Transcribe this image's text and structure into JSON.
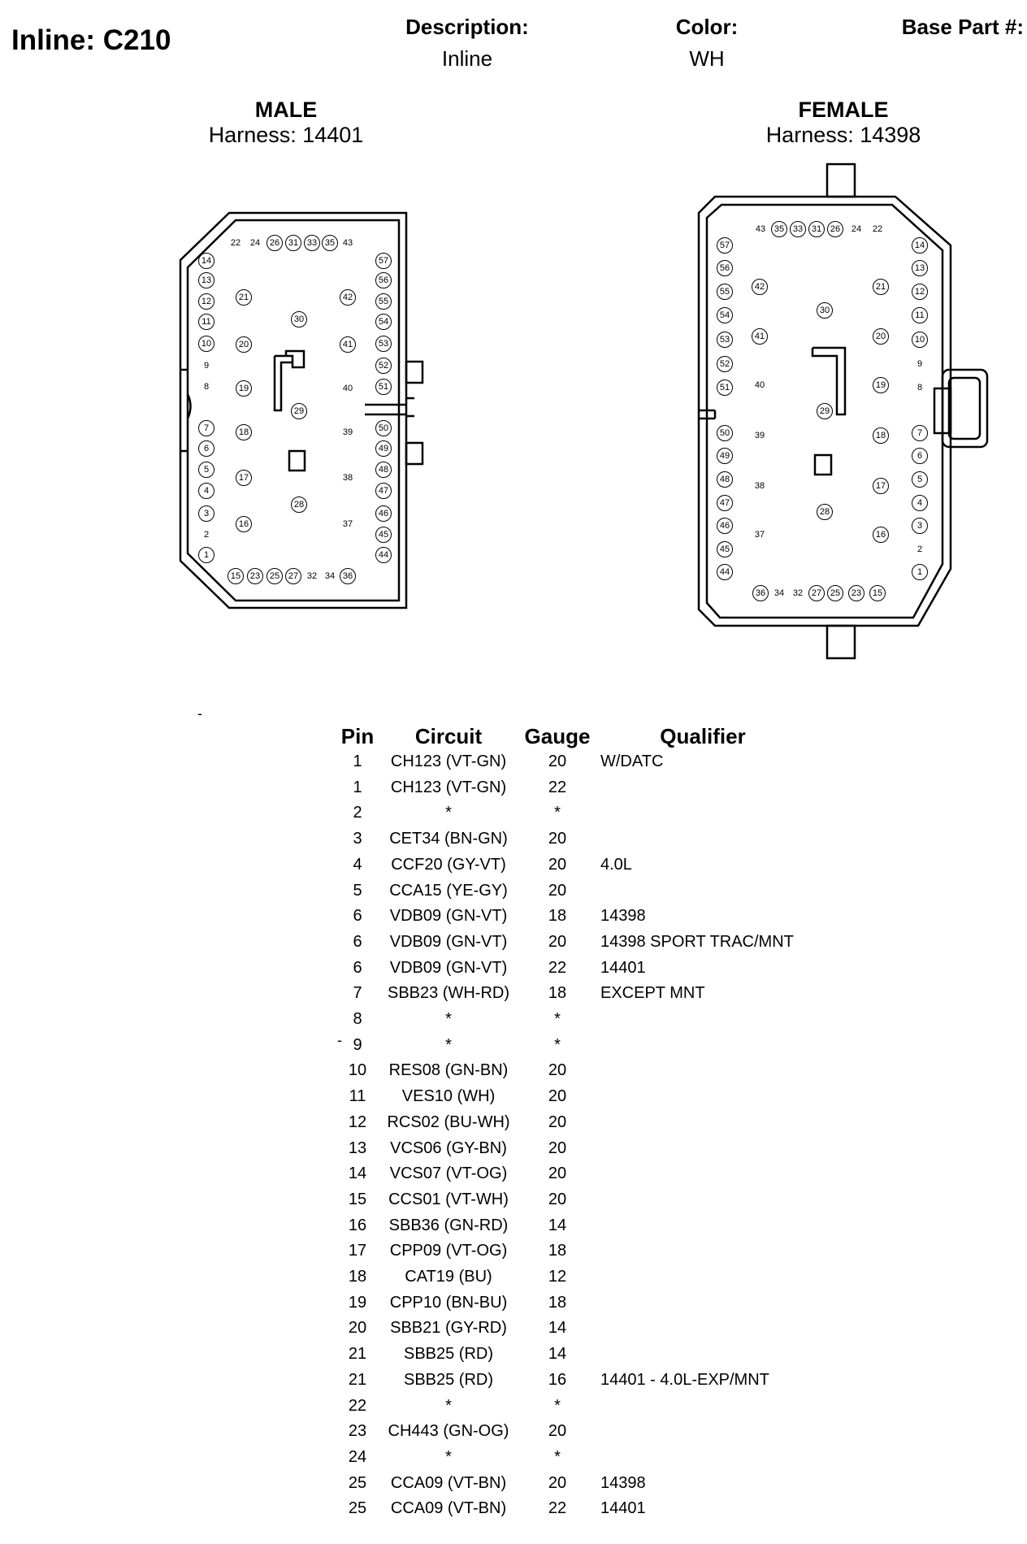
{
  "title": "Inline: C210",
  "description": {
    "label": "Description:",
    "value": "Inline"
  },
  "color": {
    "label": "Color:",
    "value": "WH"
  },
  "base_part": {
    "label": "Base Part #:",
    "value": ""
  },
  "male": {
    "gender": "MALE",
    "harness": "Harness: 14401"
  },
  "female": {
    "gender": "FEMALE",
    "harness": "Harness: 14398"
  },
  "male_pins": {
    "top": [
      "22",
      "24",
      "26",
      "31",
      "33",
      "35",
      "43"
    ],
    "left": [
      "14",
      "13",
      "12",
      "11",
      "10",
      "9",
      "8",
      "7",
      "6",
      "5",
      "4",
      "3",
      "2",
      "1"
    ],
    "inner_left": [
      "21",
      "20",
      "19",
      "18",
      "17",
      "16"
    ],
    "center": [
      "30",
      "29",
      "28"
    ],
    "inner_right": [
      "42",
      "41",
      "40",
      "39",
      "38",
      "37"
    ],
    "right": [
      "57",
      "56",
      "55",
      "54",
      "53",
      "52",
      "51",
      "50",
      "49",
      "48",
      "47",
      "46",
      "45",
      "44"
    ],
    "bottom": [
      "15",
      "23",
      "25",
      "27",
      "32",
      "34",
      "36"
    ]
  },
  "female_pins": {
    "top": [
      "43",
      "35",
      "33",
      "31",
      "26",
      "24",
      "22"
    ],
    "left": [
      "57",
      "56",
      "55",
      "54",
      "53",
      "52",
      "51",
      "50",
      "49",
      "48",
      "47",
      "46",
      "45",
      "44"
    ],
    "inner_left": [
      "42",
      "41",
      "40",
      "39",
      "38",
      "37"
    ],
    "center": [
      "30",
      "29",
      "28"
    ],
    "inner_right": [
      "21",
      "20",
      "19",
      "18",
      "17",
      "16"
    ],
    "right": [
      "14",
      "13",
      "12",
      "11",
      "10",
      "9",
      "8",
      "7",
      "6",
      "5",
      "4",
      "3",
      "2",
      "1"
    ],
    "bottom": [
      "36",
      "34",
      "32",
      "27",
      "25",
      "23",
      "15"
    ]
  },
  "table": {
    "headers": {
      "pin": "Pin",
      "circuit": "Circuit",
      "gauge": "Gauge",
      "qualifier": "Qualifier"
    },
    "rows": [
      {
        "pin": "1",
        "circuit": "CH123 (VT-GN)",
        "gauge": "20",
        "qualifier": "W/DATC"
      },
      {
        "pin": "1",
        "circuit": "CH123 (VT-GN)",
        "gauge": "22",
        "qualifier": ""
      },
      {
        "pin": "2",
        "circuit": "*",
        "gauge": "*",
        "qualifier": ""
      },
      {
        "pin": "3",
        "circuit": "CET34 (BN-GN)",
        "gauge": "20",
        "qualifier": ""
      },
      {
        "pin": "4",
        "circuit": "CCF20 (GY-VT)",
        "gauge": "20",
        "qualifier": "4.0L"
      },
      {
        "pin": "5",
        "circuit": "CCA15 (YE-GY)",
        "gauge": "20",
        "qualifier": ""
      },
      {
        "pin": "6",
        "circuit": "VDB09 (GN-VT)",
        "gauge": "18",
        "qualifier": "14398"
      },
      {
        "pin": "6",
        "circuit": "VDB09 (GN-VT)",
        "gauge": "20",
        "qualifier": "14398 SPORT TRAC/MNT"
      },
      {
        "pin": "6",
        "circuit": "VDB09 (GN-VT)",
        "gauge": "22",
        "qualifier": "14401"
      },
      {
        "pin": "7",
        "circuit": "SBB23 (WH-RD)",
        "gauge": "18",
        "qualifier": "EXCEPT MNT"
      },
      {
        "pin": "8",
        "circuit": "*",
        "gauge": "*",
        "qualifier": ""
      },
      {
        "pin": "9",
        "circuit": "*",
        "gauge": "*",
        "qualifier": ""
      },
      {
        "pin": "10",
        "circuit": "RES08 (GN-BN)",
        "gauge": "20",
        "qualifier": ""
      },
      {
        "pin": "11",
        "circuit": "VES10 (WH)",
        "gauge": "20",
        "qualifier": ""
      },
      {
        "pin": "12",
        "circuit": "RCS02 (BU-WH)",
        "gauge": "20",
        "qualifier": ""
      },
      {
        "pin": "13",
        "circuit": "VCS06 (GY-BN)",
        "gauge": "20",
        "qualifier": ""
      },
      {
        "pin": "14",
        "circuit": "VCS07 (VT-OG)",
        "gauge": "20",
        "qualifier": ""
      },
      {
        "pin": "15",
        "circuit": "CCS01 (VT-WH)",
        "gauge": "20",
        "qualifier": ""
      },
      {
        "pin": "16",
        "circuit": "SBB36 (GN-RD)",
        "gauge": "14",
        "qualifier": ""
      },
      {
        "pin": "17",
        "circuit": "CPP09 (VT-OG)",
        "gauge": "18",
        "qualifier": ""
      },
      {
        "pin": "18",
        "circuit": "CAT19 (BU)",
        "gauge": "12",
        "qualifier": ""
      },
      {
        "pin": "19",
        "circuit": "CPP10 (BN-BU)",
        "gauge": "18",
        "qualifier": ""
      },
      {
        "pin": "20",
        "circuit": "SBB21 (GY-RD)",
        "gauge": "14",
        "qualifier": ""
      },
      {
        "pin": "21",
        "circuit": "SBB25 (RD)",
        "gauge": "14",
        "qualifier": ""
      },
      {
        "pin": "21",
        "circuit": "SBB25 (RD)",
        "gauge": "16",
        "qualifier": "14401 - 4.0L-EXP/MNT"
      },
      {
        "pin": "22",
        "circuit": "*",
        "gauge": "*",
        "qualifier": ""
      },
      {
        "pin": "23",
        "circuit": "CH443 (GN-OG)",
        "gauge": "20",
        "qualifier": ""
      },
      {
        "pin": "24",
        "circuit": "*",
        "gauge": "*",
        "qualifier": ""
      },
      {
        "pin": "25",
        "circuit": "CCA09 (VT-BN)",
        "gauge": "20",
        "qualifier": "14398"
      },
      {
        "pin": "25",
        "circuit": "CCA09 (VT-BN)",
        "gauge": "22",
        "qualifier": "14401"
      }
    ]
  }
}
